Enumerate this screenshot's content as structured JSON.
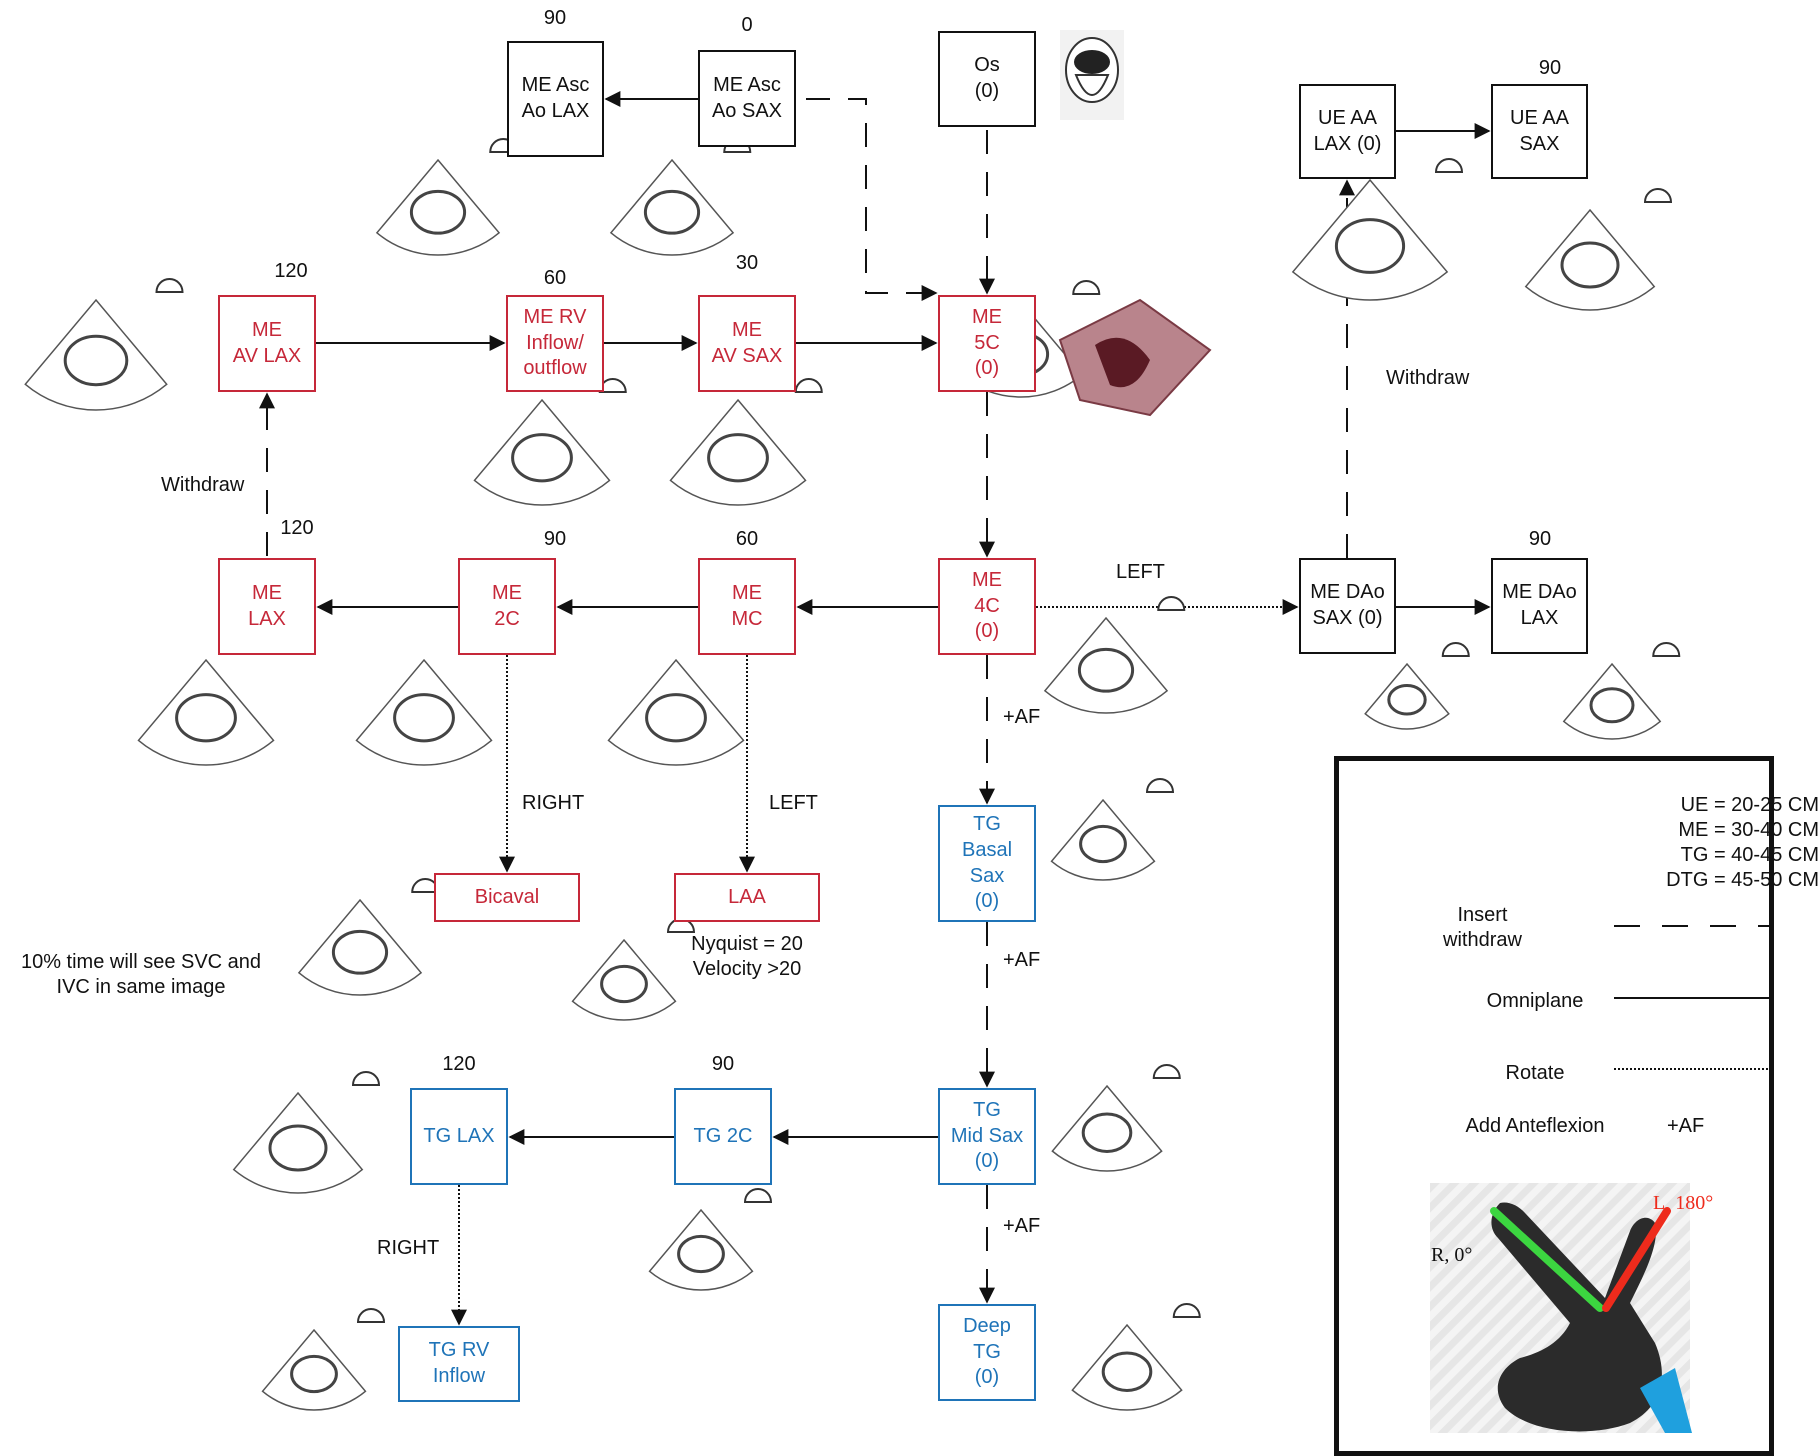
{
  "nodes": {
    "me_asc_ao_lax": {
      "label": "ME Asc\nAo LAX",
      "angle": "90"
    },
    "me_asc_ao_sax": {
      "label": "ME Asc\nAo SAX",
      "angle": "0"
    },
    "os": {
      "label": "Os\n(0)"
    },
    "ue_aa_lax": {
      "label": "UE AA\nLAX (0)"
    },
    "ue_aa_sax": {
      "label": "UE AA\nSAX",
      "angle": "90"
    },
    "me_av_lax": {
      "label": "ME\nAV LAX",
      "angle": "120"
    },
    "me_rv_inflow": {
      "label": "ME RV\nInflow/\noutflow",
      "angle": "60"
    },
    "me_av_sax": {
      "label": "ME\nAV SAX",
      "angle": "30"
    },
    "me_5c": {
      "label": "ME\n5C\n(0)"
    },
    "me_lax": {
      "label": "ME\nLAX",
      "angle": "120"
    },
    "me_2c": {
      "label": "ME\n2C",
      "angle": "90"
    },
    "me_mc": {
      "label": "ME\nMC",
      "angle": "60"
    },
    "me_4c": {
      "label": "ME\n4C\n(0)"
    },
    "me_dao_sax": {
      "label": "ME DAo\nSAX (0)"
    },
    "me_dao_lax": {
      "label": "ME DAo\nLAX",
      "angle": "90"
    },
    "bicaval": {
      "label": "Bicaval"
    },
    "laa": {
      "label": "LAA"
    },
    "tg_basal_sax": {
      "label": "TG\nBasal\nSax\n(0)"
    },
    "tg_lax": {
      "label": "TG LAX",
      "angle": "120"
    },
    "tg_2c": {
      "label": "TG 2C",
      "angle": "90"
    },
    "tg_mid_sax": {
      "label": "TG\nMid Sax\n(0)"
    },
    "tg_rv_inflow": {
      "label": "TG RV\nInflow"
    },
    "deep_tg": {
      "label": "Deep\nTG\n(0)"
    }
  },
  "edge_labels": {
    "withdraw_left": "Withdraw",
    "withdraw_right": "Withdraw",
    "left_to_dao": "LEFT",
    "right_bicaval": "RIGHT",
    "left_laa": "LEFT",
    "af_1": "+AF",
    "af_2": "+AF",
    "af_3": "+AF",
    "right_tg_rv": "RIGHT"
  },
  "notes": {
    "bicaval_note": "10% time will see SVC and\nIVC in same image",
    "laa_note": "Nyquist = 20\nVelocity >20"
  },
  "legend": {
    "depths": "UE = 20-25 CM\nME = 30-40 CM\nTG = 40-45 CM\nDTG =  45-50 CM",
    "insert_withdraw": "Insert\nwithdraw",
    "omniplane": "Omniplane",
    "rotate": "Rotate",
    "add_anteflexion": "Add Anteflexion",
    "af_symbol": "+AF",
    "hand_left": "L, 180°",
    "hand_right": "R, 0°"
  },
  "colors": {
    "me": "#c62839",
    "tg": "#1f74b8",
    "other": "#111111",
    "hand_green": "#3cd640",
    "hand_red": "#ee2b1c"
  }
}
